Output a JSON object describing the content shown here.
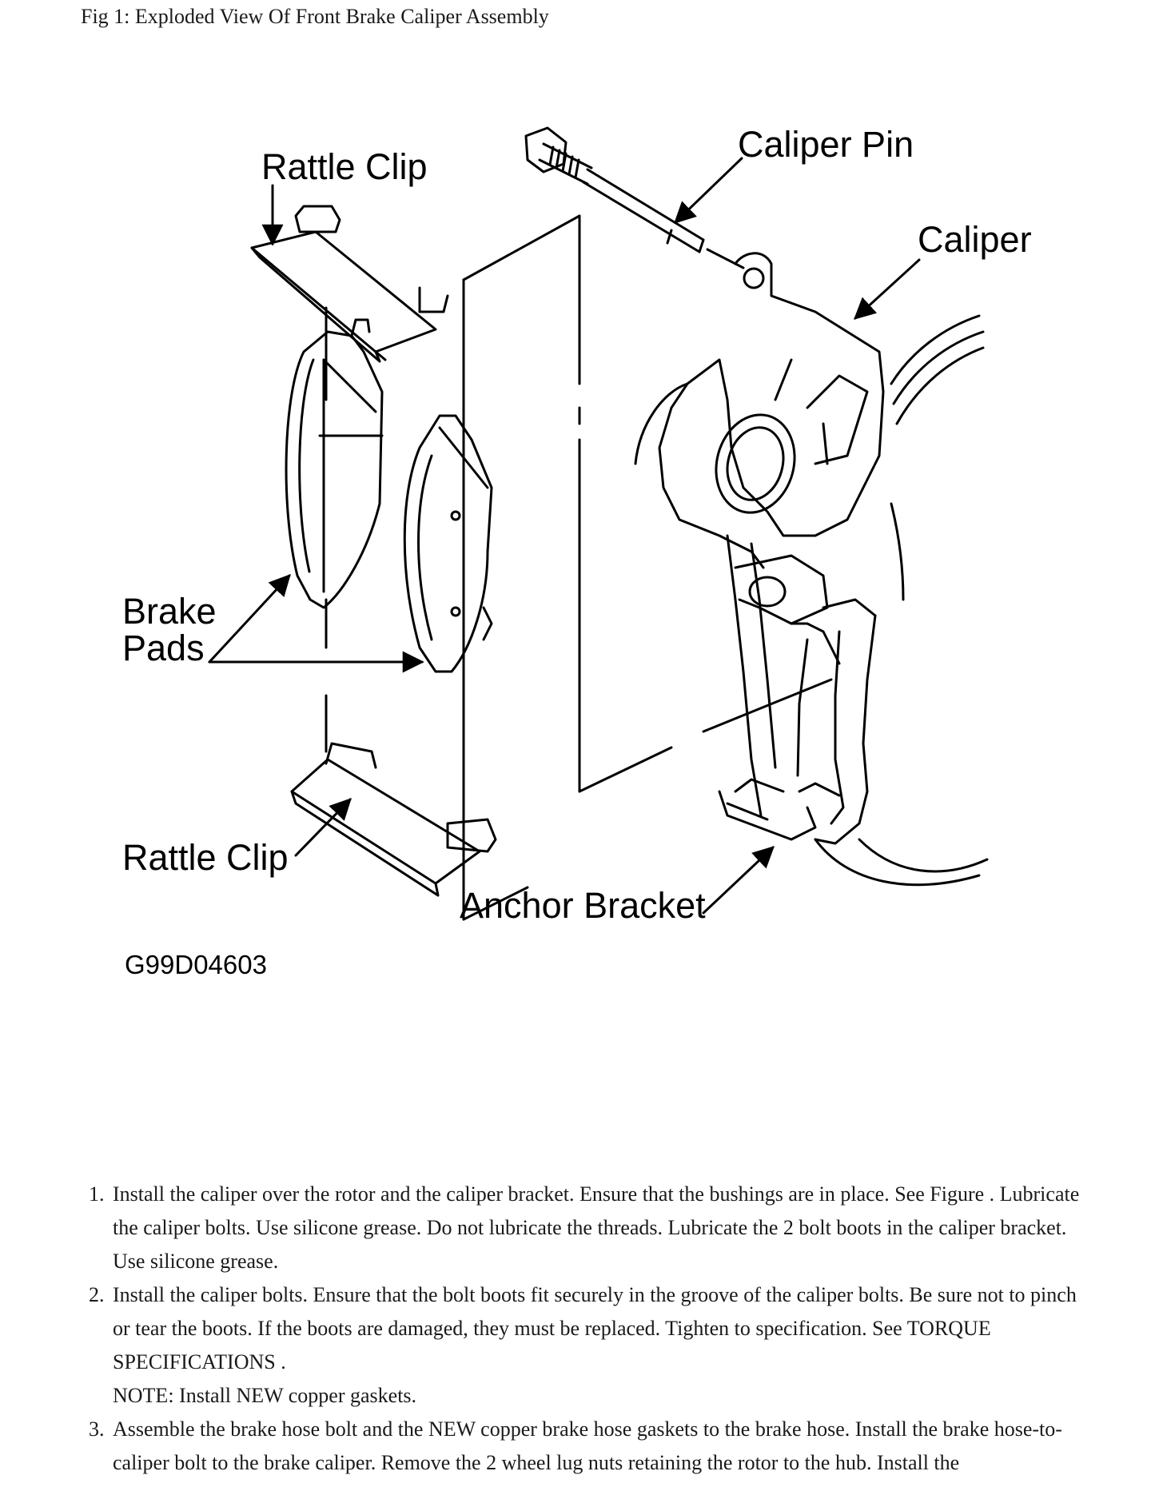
{
  "caption": "Fig 1: Exploded View Of Front Brake Caliper Assembly",
  "figure": {
    "labels": {
      "rattle_clip_top": "Rattle Clip",
      "caliper_pin": "Caliper Pin",
      "caliper": "Caliper",
      "brake_pads_line1": "Brake",
      "brake_pads_line2": "Pads",
      "rattle_clip_bottom": "Rattle Clip",
      "anchor_bracket": "Anchor Bracket",
      "code": "G99D04603"
    }
  },
  "steps": [
    {
      "number": "1.",
      "text": "Install the caliper over the rotor and the caliper bracket. Ensure that the bushings are in place. See Figure . Lubricate the caliper bolts. Use silicone grease. Do not lubricate the threads. Lubricate the 2 bolt boots in the caliper bracket. Use silicone grease."
    },
    {
      "number": "2.",
      "text": "Install the caliper bolts. Ensure that the bolt boots fit securely in the groove of the caliper bolts. Be sure not to pinch or tear the boots. If the boots are damaged, they must be replaced. Tighten to specification. See TORQUE SPECIFICATIONS  .",
      "note": "NOTE: Install NEW copper gaskets."
    },
    {
      "number": "3.",
      "text": "Assemble the brake hose bolt and the NEW copper brake hose gaskets to the brake hose. Install the brake hose-to-caliper bolt to the brake caliper. Remove the 2 wheel lug nuts retaining the rotor to the hub. Install the"
    }
  ]
}
